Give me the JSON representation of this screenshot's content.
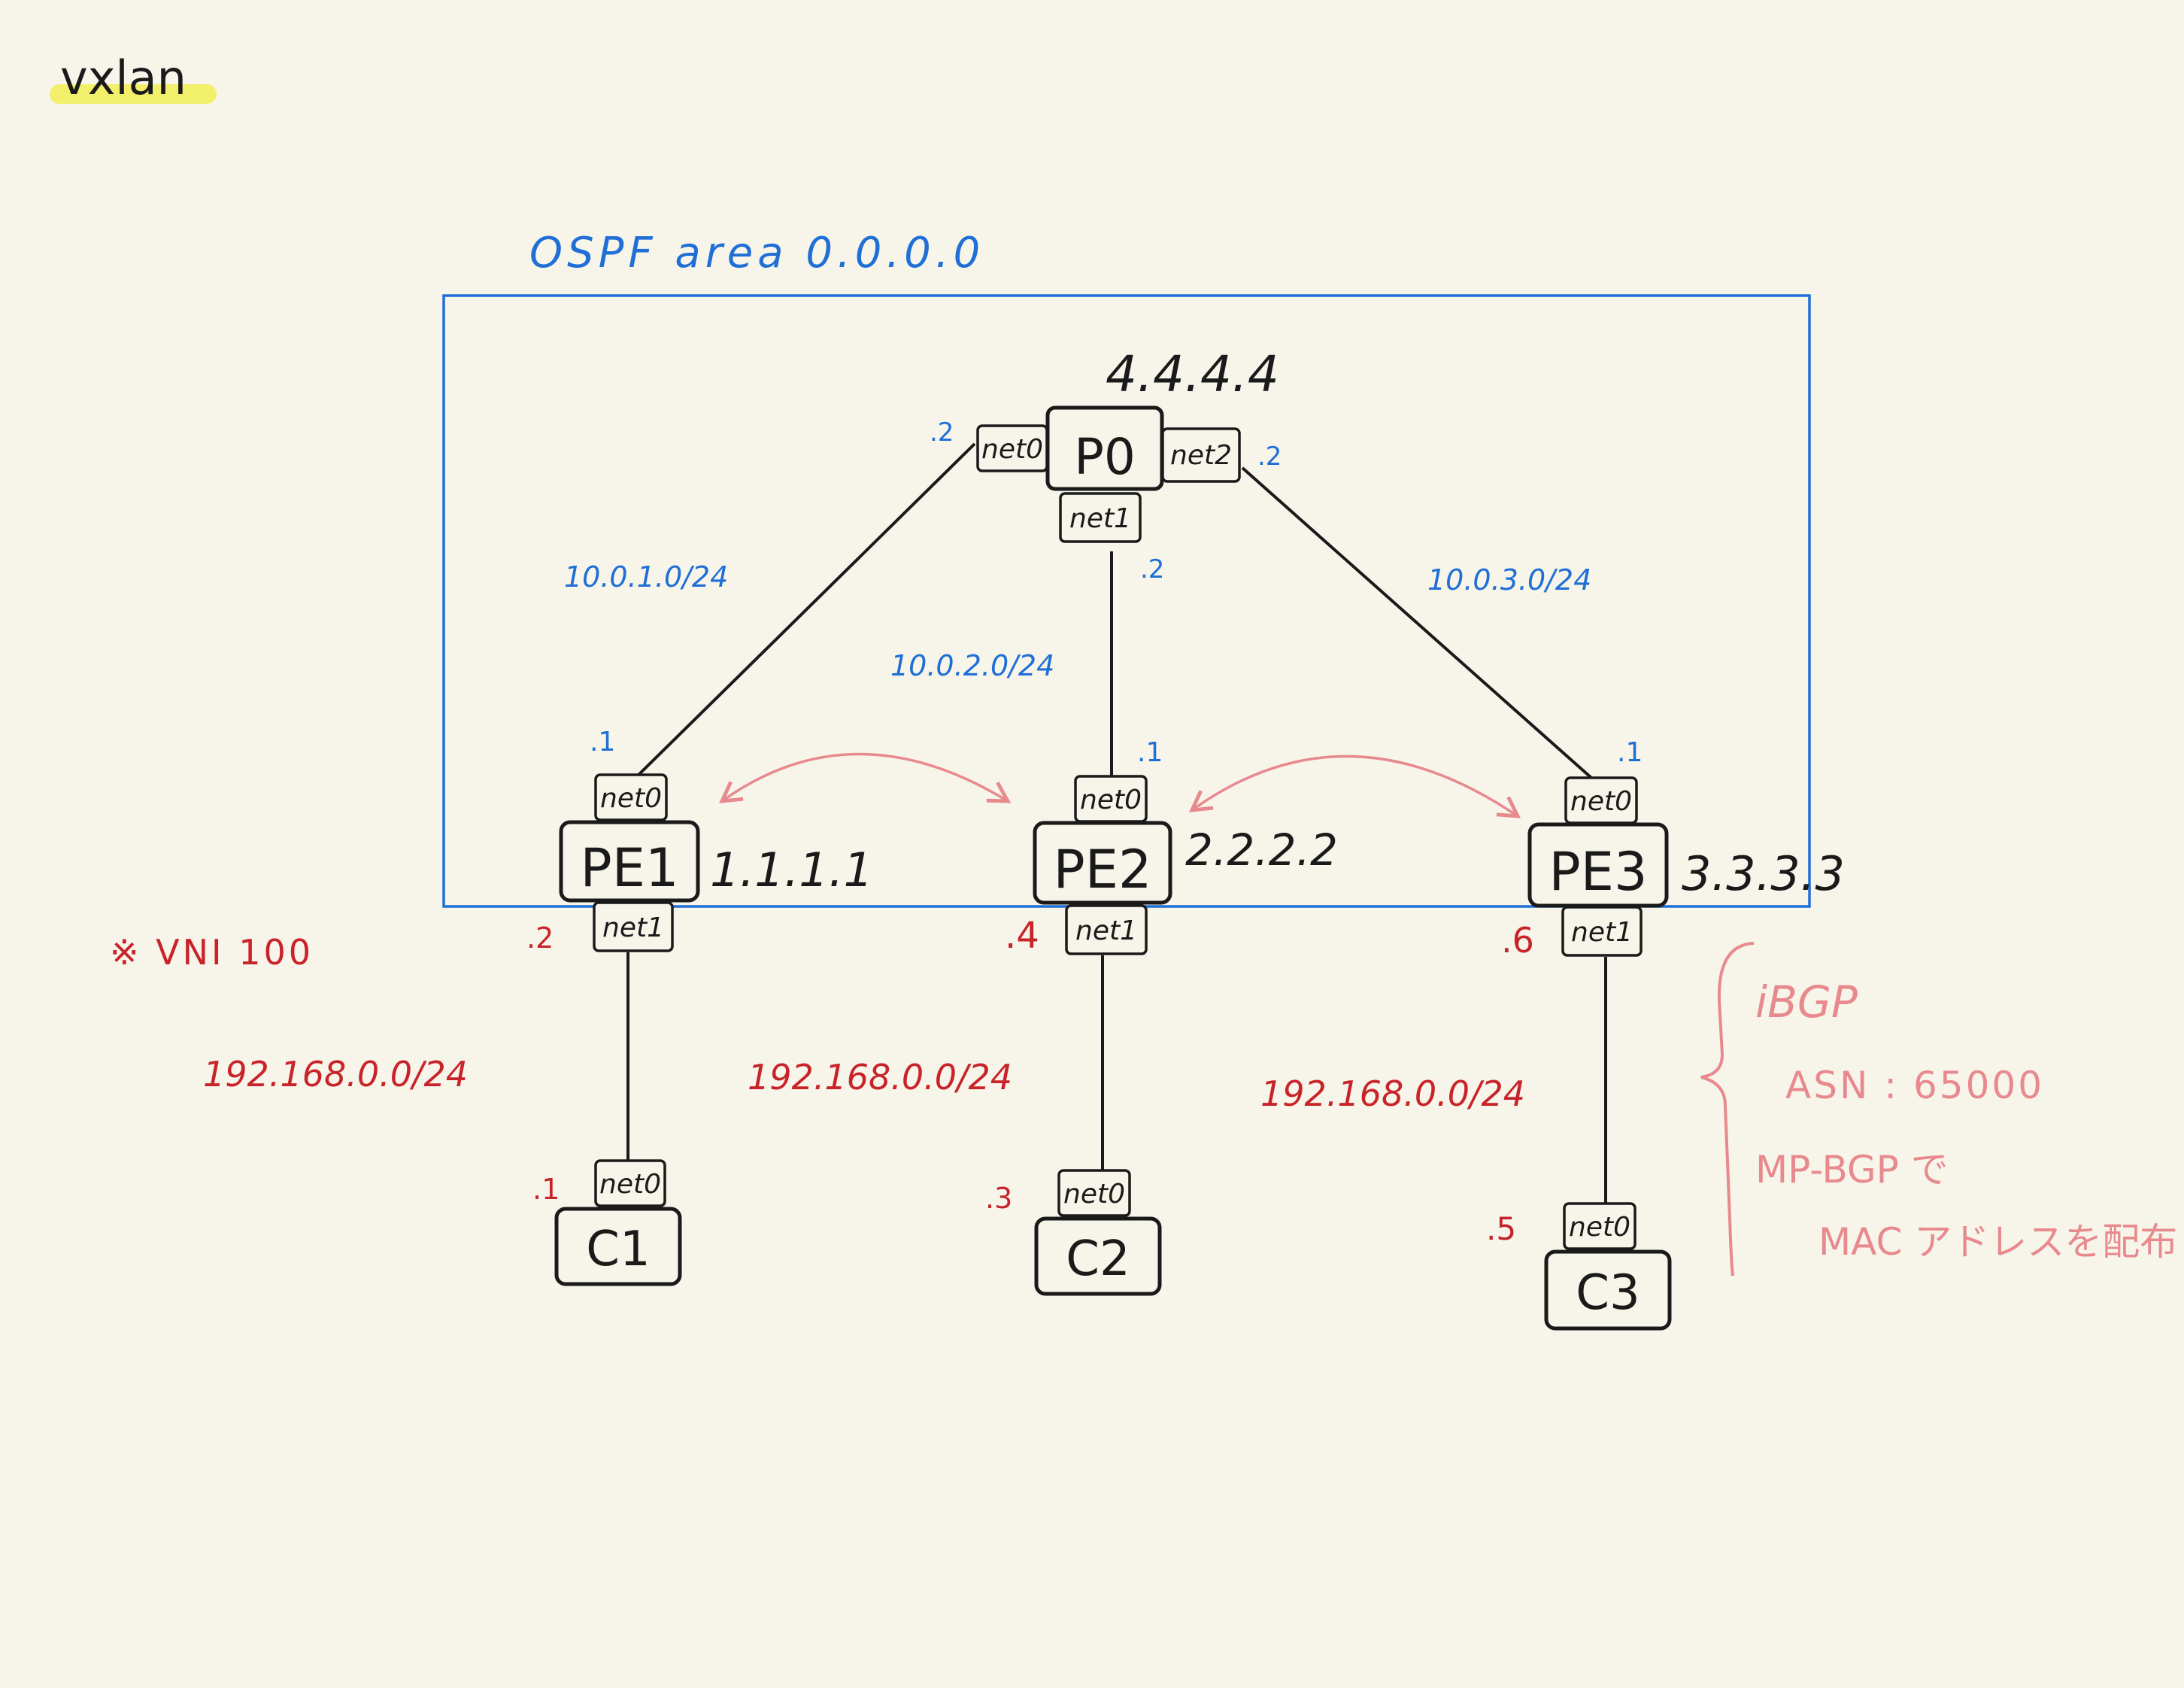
{
  "title": "vxlan",
  "highlight_color": "#f2f06a",
  "ospf": {
    "label": "OSPF area 0.0.0.0",
    "color": "#1f6fd6"
  },
  "nodes": {
    "p0": {
      "name": "P0",
      "router_id": "4.4.4.4"
    },
    "pe1": {
      "name": "PE1",
      "router_id": "1.1.1.1"
    },
    "pe2": {
      "name": "PE2",
      "router_id": "2.2.2.2"
    },
    "pe3": {
      "name": "PE3",
      "router_id": "3.3.3.3"
    },
    "c1": {
      "name": "C1"
    },
    "c2": {
      "name": "C2"
    },
    "c3": {
      "name": "C3"
    }
  },
  "interfaces": {
    "p0_net0": "net0",
    "p0_net1": "net1",
    "p0_net2": "net2",
    "pe1_net0": "net0",
    "pe1_net1": "net1",
    "pe2_net0": "net0",
    "pe2_net1": "net1",
    "pe3_net0": "net0",
    "pe3_net1": "net1",
    "c1_net0": "net0",
    "c2_net0": "net0",
    "c3_net0": "net0"
  },
  "addresses": {
    "p0_net0": ".2",
    "p0_net1": ".2",
    "p0_net2": ".2",
    "pe1_net0": ".1",
    "pe2_net0": ".1",
    "pe3_net0": ".1",
    "pe1_net1": ".2",
    "pe2_net1": ".4",
    "pe3_net1": ".6",
    "c1_net0": ".1",
    "c2_net0": ".3",
    "c3_net0": ".5"
  },
  "subnets": {
    "core1": "10.0.1.0/24",
    "core2": "10.0.2.0/24",
    "core3": "10.0.3.0/24",
    "access1": "192.168.0.0/24",
    "access2": "192.168.0.0/24",
    "access3": "192.168.0.0/24"
  },
  "vni_note": "※ VNI 100",
  "bgp_note": {
    "line1": "iBGP",
    "line2": "ASN : 65000",
    "line3": "MP-BGP で",
    "line4": "MAC アドレスを配布"
  },
  "colors": {
    "ink": "#1a1a1a",
    "ospf_blue": "#1f6fd6",
    "access_red": "#c9232a",
    "bgp_pink": "#e8898e"
  }
}
